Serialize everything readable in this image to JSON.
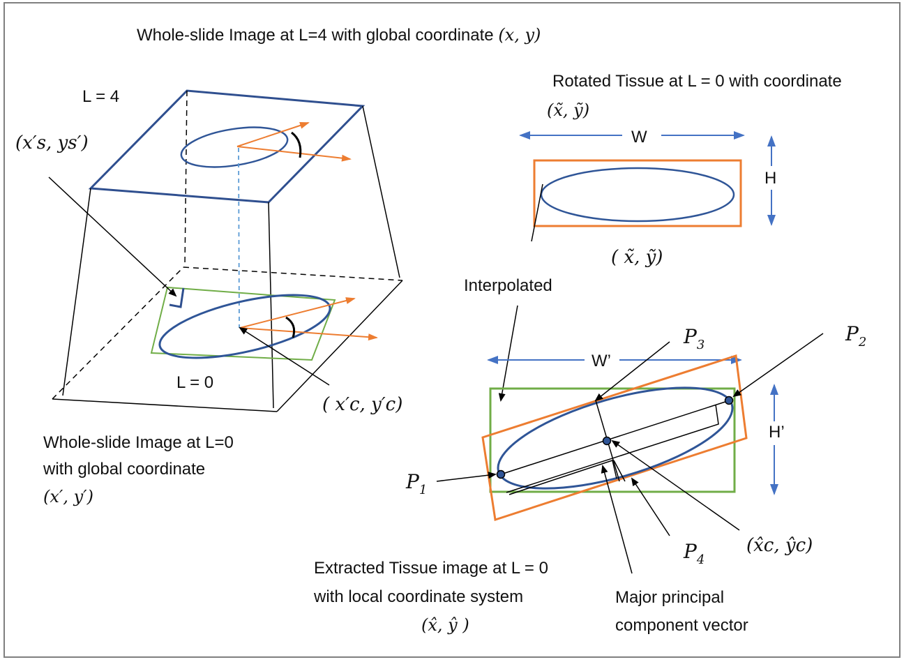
{
  "title": "Whole-slide Image at L=4 with global coordinate",
  "title_coord": "(x, y)",
  "left": {
    "level_top": "L = 4",
    "level_bottom": "L = 0",
    "start_point": "(x′s, ys′)",
    "center_point": "( x′c, y′c)",
    "caption_line1": "Whole-slide Image at L=0",
    "caption_line2": "with global coordinate",
    "caption_coord": "(x′, y′)"
  },
  "right_top": {
    "caption_line1": "Rotated Tissue at L = 0 with coordinate",
    "caption_coord": "(x̃, ỹ)",
    "width_label": "W",
    "height_label": "H",
    "box_coord": "( x̃, ỹ)"
  },
  "right_bottom": {
    "interpolated_label": "Interpolated",
    "width_label": "W’",
    "height_label": "H’",
    "p1": "P1",
    "p2": "P2",
    "p3": "P3",
    "p4": "P4",
    "center_coord": "(x̂c, ŷc)",
    "caption_line1": "Extracted Tissue image at L = 0",
    "caption_line2": "with local coordinate system",
    "caption_coord": "(x̂, ŷ )",
    "pca_line1": "Major principal",
    "pca_line2": "component vector"
  },
  "colors": {
    "border": "#7f7f7f",
    "plane_top": "#2f4f8f",
    "ellipse": "#2f5597",
    "orange": "#ed7d31",
    "green": "#70ad47",
    "blue_arrow": "#4472c4",
    "dash_blue": "#5b9bd5",
    "line": "#000000"
  }
}
